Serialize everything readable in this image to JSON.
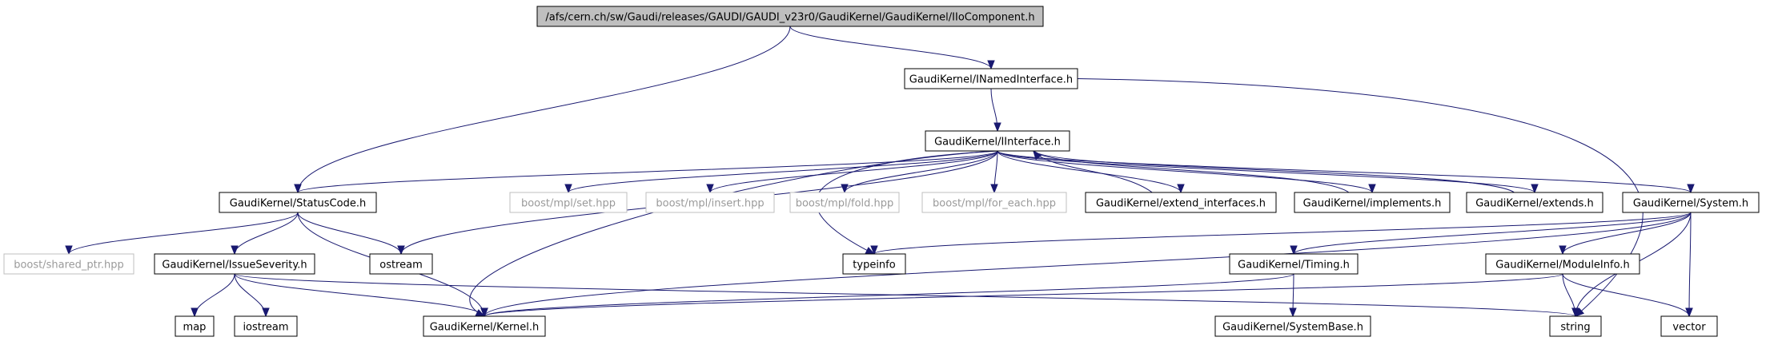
{
  "graph": {
    "nodes": [
      {
        "id": "root",
        "label": "/afs/cern.ch/sw/Gaudi/releases/GAUDI/GAUDI_v23r0/GaudiKernel/GaudiKernel/IIoComponent.h",
        "style": "root"
      },
      {
        "id": "inamed",
        "label": "GaudiKernel/INamedInterface.h",
        "style": "normal"
      },
      {
        "id": "iinterface",
        "label": "GaudiKernel/IInterface.h",
        "style": "normal"
      },
      {
        "id": "statuscode",
        "label": "GaudiKernel/StatusCode.h",
        "style": "normal"
      },
      {
        "id": "mplset",
        "label": "boost/mpl/set.hpp",
        "style": "gray"
      },
      {
        "id": "mplinsert",
        "label": "boost/mpl/insert.hpp",
        "style": "gray"
      },
      {
        "id": "mplfold",
        "label": "boost/mpl/fold.hpp",
        "style": "gray"
      },
      {
        "id": "mplforeach",
        "label": "boost/mpl/for_each.hpp",
        "style": "gray"
      },
      {
        "id": "extendif",
        "label": "GaudiKernel/extend_interfaces.h",
        "style": "normal"
      },
      {
        "id": "implements",
        "label": "GaudiKernel/implements.h",
        "style": "normal"
      },
      {
        "id": "extends",
        "label": "GaudiKernel/extends.h",
        "style": "normal"
      },
      {
        "id": "system",
        "label": "GaudiKernel/System.h",
        "style": "normal"
      },
      {
        "id": "sharedptr",
        "label": "boost/shared_ptr.hpp",
        "style": "gray"
      },
      {
        "id": "issuesev",
        "label": "GaudiKernel/IssueSeverity.h",
        "style": "normal"
      },
      {
        "id": "ostream",
        "label": "ostream",
        "style": "normal"
      },
      {
        "id": "typeinfo",
        "label": "typeinfo",
        "style": "normal"
      },
      {
        "id": "timing",
        "label": "GaudiKernel/Timing.h",
        "style": "normal"
      },
      {
        "id": "moduleinfo",
        "label": "GaudiKernel/ModuleInfo.h",
        "style": "normal"
      },
      {
        "id": "map",
        "label": "map",
        "style": "normal"
      },
      {
        "id": "iostream",
        "label": "iostream",
        "style": "normal"
      },
      {
        "id": "kernel",
        "label": "GaudiKernel/Kernel.h",
        "style": "normal"
      },
      {
        "id": "systembase",
        "label": "GaudiKernel/SystemBase.h",
        "style": "normal"
      },
      {
        "id": "string",
        "label": "string",
        "style": "normal"
      },
      {
        "id": "vector",
        "label": "vector",
        "style": "normal"
      }
    ],
    "edges": [
      [
        "root",
        "inamed"
      ],
      [
        "root",
        "statuscode"
      ],
      [
        "inamed",
        "iinterface"
      ],
      [
        "inamed",
        "string"
      ],
      [
        "iinterface",
        "statuscode"
      ],
      [
        "iinterface",
        "kernel"
      ],
      [
        "iinterface",
        "ostream"
      ],
      [
        "iinterface",
        "typeinfo"
      ],
      [
        "iinterface",
        "mplset"
      ],
      [
        "iinterface",
        "mplinsert"
      ],
      [
        "iinterface",
        "mplfold"
      ],
      [
        "iinterface",
        "mplforeach"
      ],
      [
        "iinterface",
        "extendif"
      ],
      [
        "iinterface",
        "implements"
      ],
      [
        "iinterface",
        "extends"
      ],
      [
        "iinterface",
        "system"
      ],
      [
        "extendif",
        "iinterface"
      ],
      [
        "implements",
        "iinterface"
      ],
      [
        "extends",
        "iinterface"
      ],
      [
        "statuscode",
        "sharedptr"
      ],
      [
        "statuscode",
        "issuesev"
      ],
      [
        "statuscode",
        "ostream"
      ],
      [
        "statuscode",
        "kernel"
      ],
      [
        "issuesev",
        "map"
      ],
      [
        "issuesev",
        "iostream"
      ],
      [
        "issuesev",
        "kernel"
      ],
      [
        "issuesev",
        "string"
      ],
      [
        "system",
        "typeinfo"
      ],
      [
        "system",
        "kernel"
      ],
      [
        "system",
        "timing"
      ],
      [
        "system",
        "moduleinfo"
      ],
      [
        "system",
        "string"
      ],
      [
        "system",
        "vector"
      ],
      [
        "timing",
        "kernel"
      ],
      [
        "timing",
        "systembase"
      ],
      [
        "moduleinfo",
        "kernel"
      ],
      [
        "moduleinfo",
        "string"
      ],
      [
        "moduleinfo",
        "vector"
      ]
    ],
    "colors": {
      "edge": "#191970",
      "root_fill": "#bfbfbf",
      "node_fill": "#ffffff",
      "gray_border": "#bfbfbf",
      "gray_text": "#9a9a9a"
    }
  }
}
